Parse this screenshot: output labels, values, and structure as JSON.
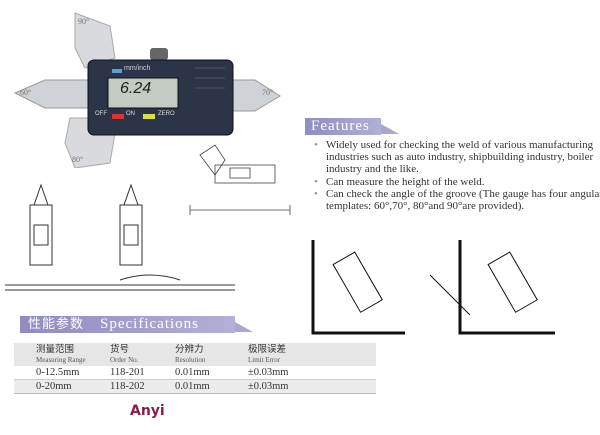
{
  "product_photo": {
    "display_value": "6.24",
    "unit_button": "mm/inch",
    "off_label": "OFF",
    "on_label": "ON",
    "zero_label": "ZERO",
    "angles": [
      "90°",
      "60°",
      "70°",
      "80°"
    ]
  },
  "features": {
    "title": "Features",
    "items": [
      "Widely used for checking the weld of various manufacturing industries such as auto industry, shipbuilding industry, boiler industry and the like.",
      "Can measure the height of the weld.",
      "Can check the angle of the groove (The gauge has four angular templates: 60°,70°, 80°and 90°are provided)."
    ]
  },
  "specifications": {
    "title_cn": "性能参数",
    "title_en": "Specifications",
    "columns": [
      {
        "cn": "测量范围",
        "en": "Measuring Range"
      },
      {
        "cn": "货号",
        "en": "Order No."
      },
      {
        "cn": "分辨力",
        "en": "Resolution"
      },
      {
        "cn": "极限误差",
        "en": "Limit Error"
      }
    ],
    "rows": [
      [
        "0-12.5mm",
        "118-201",
        "0.01mm",
        "±0.03mm"
      ],
      [
        "0-20mm",
        "118-202",
        "0.01mm",
        "±0.03mm"
      ]
    ]
  },
  "brand": "Anyi",
  "colors": {
    "banner": "#8f8cc0",
    "brand": "#8a1d4f"
  }
}
